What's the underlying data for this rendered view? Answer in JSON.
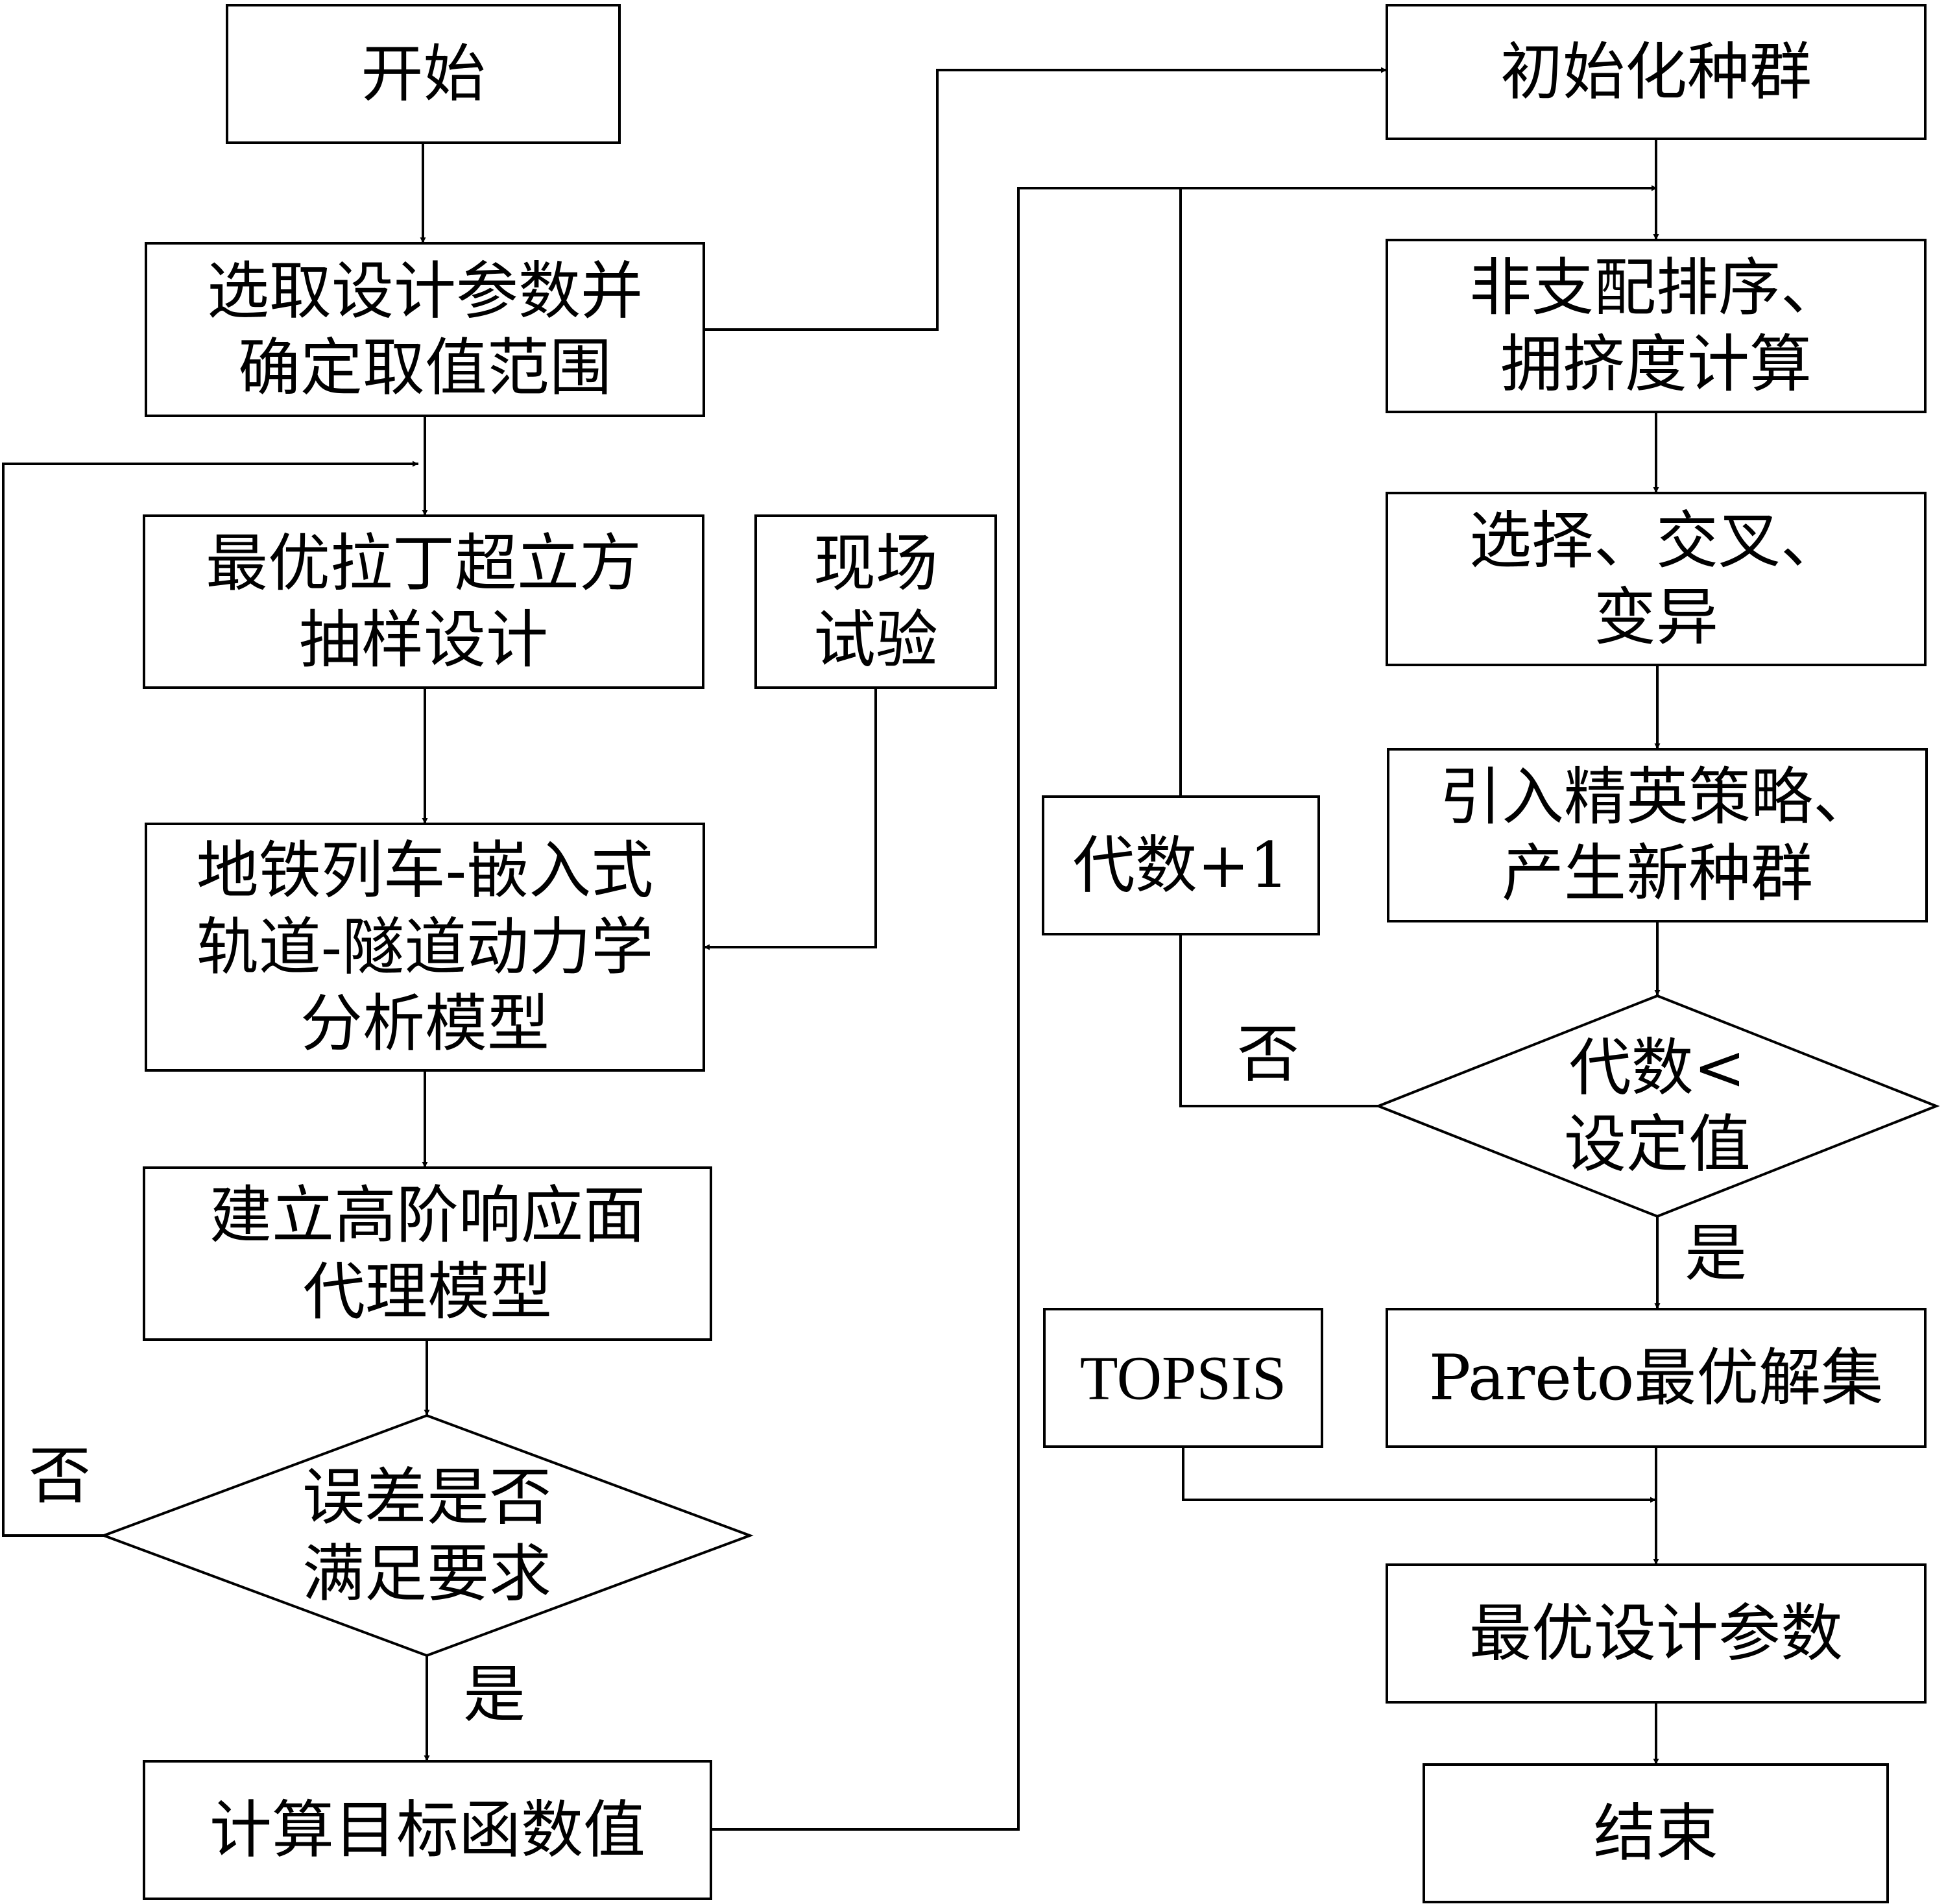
{
  "nodes": {
    "start": [
      "开始"
    ],
    "select_params": [
      "选取设计参数并",
      "确定取值范围"
    ],
    "olhs": [
      "最优拉丁超立方",
      "抽样设计"
    ],
    "field_test": [
      "现场",
      "试验"
    ],
    "dyn_model": [
      "地铁列车-嵌入式",
      "轨道-隧道动力学",
      "分析模型"
    ],
    "surrogate": [
      "建立高阶响应面",
      "代理模型"
    ],
    "error_check": [
      "误差是否",
      "满足要求"
    ],
    "calc_obj": [
      "计算目标函数值"
    ],
    "init_pop": [
      "初始化种群"
    ],
    "nd_sort": [
      "非支配排序、",
      "拥挤度计算"
    ],
    "sel_cross": [
      "选择、交叉、",
      "变异"
    ],
    "elitism": [
      "引入精英策略、",
      "产生新种群"
    ],
    "gen_check": [
      "代数<",
      "设定值"
    ],
    "gen_inc": [
      "代数+1"
    ],
    "pareto": [
      "Pareto最优解集"
    ],
    "topsis": [
      "TOPSIS"
    ],
    "optimal": [
      "最优设计参数"
    ],
    "end": [
      "结束"
    ]
  },
  "branch_labels": {
    "error_no": "否",
    "error_yes": "是",
    "gen_no": "否",
    "gen_yes": "是"
  }
}
